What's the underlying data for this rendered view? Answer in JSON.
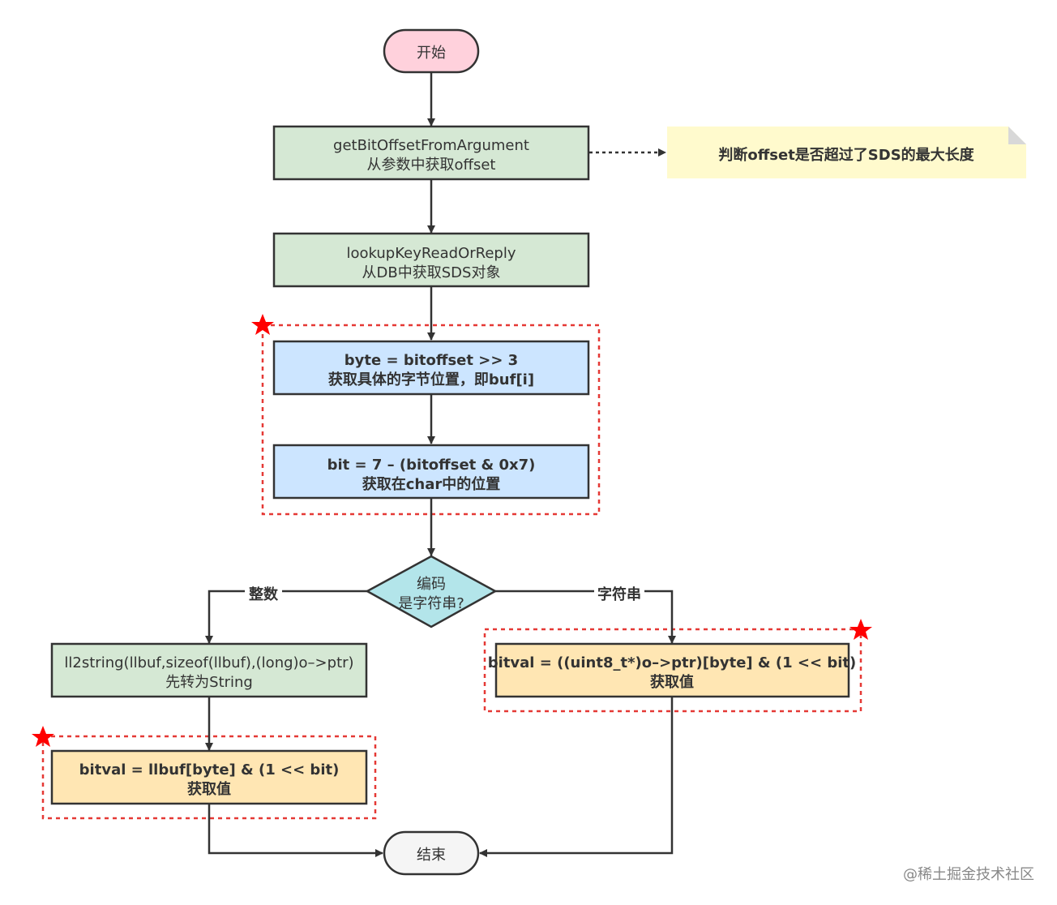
{
  "nodes": {
    "start": {
      "label": "开始"
    },
    "get_offset": {
      "line1": "getBitOffsetFromArgument",
      "line2": "从参数中获取offset"
    },
    "note": {
      "text": "判断offset是否超过了SDS的最大长度"
    },
    "lookup": {
      "line1": "lookupKeyReadOrReply",
      "line2": "从DB中获取SDS对象"
    },
    "byte_calc": {
      "line1": "byte = bitoffset >> 3",
      "line2": "获取具体的字节位置，即buf[i]"
    },
    "bit_calc": {
      "line1": "bit = 7 – (bitoffset & 0x7)",
      "line2": "获取在char中的位置"
    },
    "decision": {
      "line1": "编码",
      "line2": "是字符串?"
    },
    "ll2string": {
      "line1": "ll2string(llbuf,sizeof(llbuf),(long)o–>ptr)",
      "line2": "先转为String"
    },
    "bitval_string": {
      "line1": "bitval = ((uint8_t*)o–>ptr)[byte] & (1 << bit)",
      "line2": "获取值"
    },
    "bitval_int": {
      "line1": "bitval = llbuf[byte] & (1 << bit)",
      "line2": "获取值"
    },
    "end": {
      "label": "结束"
    }
  },
  "edges": {
    "integer_label": "整数",
    "string_label": "字符串"
  },
  "watermark": "@稀土掘金技术社区",
  "colors": {
    "start_fill": "#ffd1dc",
    "green_fill": "#d5e8d4",
    "blue_fill": "#cce5ff",
    "diamond_fill": "#b3e5ea",
    "orange_fill": "#ffe6b3",
    "note_fill": "#fffacd",
    "end_fill": "#f5f5f5",
    "stroke": "#333333",
    "highlight": "#e53935"
  }
}
